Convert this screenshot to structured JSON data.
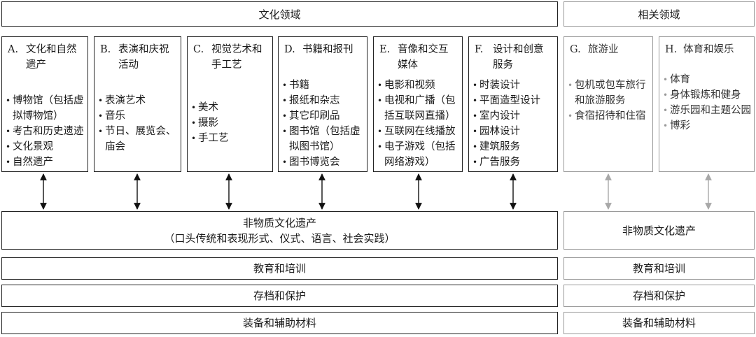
{
  "cultural_domains": {
    "header": "文化领域",
    "categories": [
      {
        "letter": "A.",
        "title": "文化和自然遗产",
        "title_lines": [
          "文化和自然",
          "遗产"
        ],
        "items": [
          [
            "博物馆（包括虚",
            "拟博物馆）"
          ],
          [
            "考古和历史遗迹"
          ],
          [
            "文化景观"
          ],
          [
            "自然遗产"
          ]
        ]
      },
      {
        "letter": "B.",
        "title_lines": [
          "表演和庆祝",
          "活动"
        ],
        "items": [
          [
            "表演艺术"
          ],
          [
            "音乐"
          ],
          [
            "节日、展览会、",
            "庙会"
          ]
        ]
      },
      {
        "letter": "C.",
        "title_lines": [
          "视觉艺术和",
          "手工艺"
        ],
        "items": [
          [
            "美术"
          ],
          [
            "摄影"
          ],
          [
            "手工艺"
          ]
        ]
      },
      {
        "letter": "D.",
        "title_lines": [
          "书籍和报刊"
        ],
        "items": [
          [
            "书籍"
          ],
          [
            "报纸和杂志"
          ],
          [
            "其它印刷品"
          ],
          [
            "图书馆（包括虚",
            "拟图书馆）"
          ],
          [
            "图书博览会"
          ]
        ]
      },
      {
        "letter": "E.",
        "title_lines": [
          "音像和交互",
          "媒体"
        ],
        "items": [
          [
            "电影和视频"
          ],
          [
            "电视和广播（包",
            "括互联网直播）"
          ],
          [
            "互联网在线播放"
          ],
          [
            "电子游戏（包括",
            "网络游戏）"
          ]
        ]
      },
      {
        "letter": "F.",
        "title_lines": [
          "设计和创意",
          "服务"
        ],
        "items": [
          [
            "时装设计"
          ],
          [
            "平面造型设计"
          ],
          [
            "室内设计"
          ],
          [
            "园林设计"
          ],
          [
            "建筑服务"
          ],
          [
            "广告服务"
          ]
        ]
      }
    ],
    "intangible": {
      "line1": "非物质文化遗产",
      "line2": "（口头传统和表现形式、仪式、语言、社会实践）"
    },
    "education": "教育和培训",
    "archiving": "存档和保护",
    "equipment": "装备和辅助材料"
  },
  "related_domains": {
    "header": "相关领域",
    "categories": [
      {
        "letter": "G.",
        "title_lines": [
          "旅游业"
        ],
        "items": [
          [
            "包机或包车旅行",
            "和旅游服务"
          ],
          [
            "食宿招待和住宿"
          ]
        ]
      },
      {
        "letter": "H.",
        "title_lines": [
          "体育和娱乐"
        ],
        "items": [
          [
            "体育"
          ],
          [
            "身体锻炼和健身"
          ],
          [
            "游乐园和主题公园"
          ],
          [
            "博彩"
          ]
        ]
      }
    ],
    "intangible": "非物质文化遗产",
    "education": "教育和培训",
    "archiving": "存档和保护",
    "equipment": "装备和辅助材料"
  },
  "colors": {
    "main_border": "#222222",
    "related_border": "#9a9a9a",
    "main_arrow": "#111111",
    "related_arrow": "#a8a8a8"
  }
}
